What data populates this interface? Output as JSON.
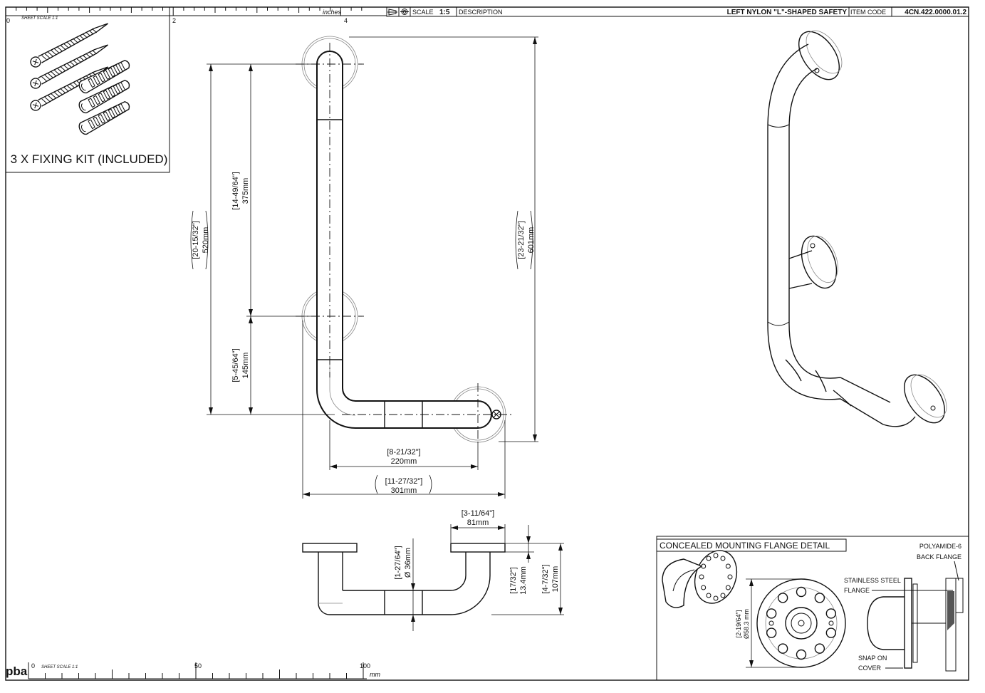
{
  "title_block": {
    "scale_label": "SCALE",
    "scale_value": "1:5",
    "description_label": "DESCRIPTION",
    "description": "LEFT NYLON \"L\"-SHAPED SAFETY",
    "item_code_label": "ITEM CODE",
    "item_code": "4CN.422.0000.01.2"
  },
  "top_ruler": {
    "unit": "inches",
    "sheet_scale": "SHEET SCALE 1:1",
    "labels": [
      "0",
      "2",
      "4"
    ]
  },
  "bottom_ruler": {
    "unit": "mm",
    "sheet_scale": "SHEET SCALE 1:1",
    "labels": [
      "0",
      "50",
      "100"
    ],
    "logo": "pba"
  },
  "fixing_kit": {
    "caption": "3 X FIXING KIT (INCLUDED)"
  },
  "front_view_dims": {
    "total_height_in": "[20-15/32\"]",
    "total_height_mm": "520mm",
    "upper_in": "[14-49/64\"]",
    "upper_mm": "375mm",
    "lower_in": "[5-45/64\"]",
    "lower_mm": "145mm",
    "overall_height_in": "[23-21/32\"]",
    "overall_height_mm": "601mm",
    "horizontal_in": "[8-21/32\"]",
    "horizontal_mm": "220mm",
    "overall_width_in": "[11-27/32\"]",
    "overall_width_mm": "301mm"
  },
  "top_view_dims": {
    "flange_in": "[3-11/64\"]",
    "flange_mm": "81mm",
    "tube_in": "[1-27/64\"]",
    "tube_mm": "Ø 36mm",
    "depth1_in": "[17/32\"]",
    "depth1_mm": "13.4mm",
    "depth2_in": "[4-7/32\"]",
    "depth2_mm": "107mm"
  },
  "flange_detail": {
    "title": "CONCEALED MOUNTING FLANGE DETAIL",
    "diameter_in": "[2-19/64\"]",
    "diameter_mm": "Ø58.3 mm",
    "label_polyamide_1": "POLYAMIDE-6",
    "label_polyamide_2": "BACK FLANGE",
    "label_steel_1": "STAINLESS STEEL",
    "label_steel_2": "FLANGE",
    "label_snap_1": "SNAP ON",
    "label_snap_2": "COVER"
  }
}
